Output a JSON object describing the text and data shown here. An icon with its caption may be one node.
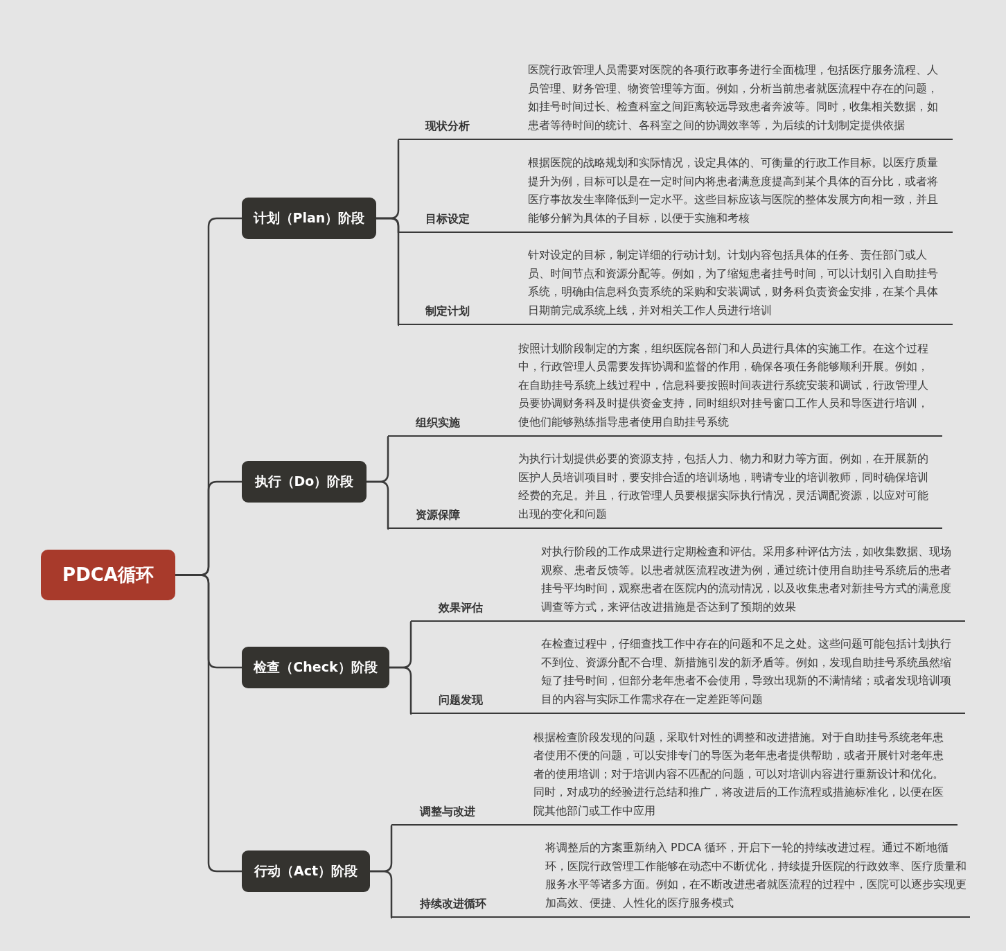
{
  "diagram": {
    "nodes": [
      {
        "text": [
          "PDCA循环"
        ]
      },
      {
        "text": [
          "计划（Plan）阶段"
        ]
      },
      {
        "text": [
          "现状分析",
          "医院行政管理人员需要对医院的各项行政事务进行全面梳理，包括医疗服务流程、人员管理、财务管理、物资管理等方面。例如，分析当前患者就医流程中存在的问题，如挂号时间过长、检查科室之间距离较远导致患者奔波等。同时，收集相关数据，如患者等待时间的统计、各科室之间的协调效率等，为后续的计划制定提供依据"
        ]
      },
      {
        "text": [
          "目标设定",
          "根据医院的战略规划和实际情况，设定具体的、可衡量的行政工作目标。以医疗质量提升为例，目标可以是在一定时间内将患者满意度提高到某个具体的百分比，或者将医疗事故发生率降低到一定水平。这些目标应该与医院的整体发展方向相一致，并且能够分解为具体的子目标，以便于实施和考核"
        ]
      },
      {
        "text": [
          "制定计划",
          "针对设定的目标，制定详细的行动计划。计划内容包括具体的任务、责任部门或人员、时间节点和资源分配等。例如，为了缩短患者挂号时间，可以计划引入自助挂号系统，明确由信息科负责系统的采购和安装调试，财务科负责资金安排，在某个具体日期前完成系统上线，并对相关工作人员进行培训"
        ]
      },
      {
        "text": [
          "执行（Do）阶段"
        ]
      },
      {
        "text": [
          "组织实施",
          "按照计划阶段制定的方案，组织医院各部门和人员进行具体的实施工作。在这个过程中，行政管理人员需要发挥协调和监督的作用，确保各项任务能够顺利开展。例如，在自助挂号系统上线过程中，信息科要按照时间表进行系统安装和调试，行政管理人员要协调财务科及时提供资金支持，同时组织对挂号窗口工作人员和导医进行培训，使他们能够熟练指导患者使用自助挂号系统"
        ]
      },
      {
        "text": [
          "资源保障",
          "为执行计划提供必要的资源支持，包括人力、物力和财力等方面。例如，在开展新的医护人员培训项目时，要安排合适的培训场地，聘请专业的培训教师，同时确保培训经费的充足。并且，行政管理人员要根据实际执行情况，灵活调配资源，以应对可能出现的变化和问题"
        ]
      },
      {
        "text": [
          "检查（Check）阶段"
        ]
      },
      {
        "text": [
          "效果评估",
          "对执行阶段的工作成果进行定期检查和评估。采用多种评估方法，如收集数据、现场观察、患者反馈等。以患者就医流程改进为例，通过统计使用自助挂号系统后的患者挂号平均时间，观察患者在医院内的流动情况，以及收集患者对新挂号方式的满意度调查等方式，来评估改进措施是否达到了预期的效果"
        ]
      },
      {
        "text": [
          "问题发现",
          "在检查过程中，仔细查找工作中存在的问题和不足之处。这些问题可能包括计划执行不到位、资源分配不合理、新措施引发的新矛盾等。例如，发现自助挂号系统虽然缩短了挂号时间，但部分老年患者不会使用，导致出现新的不满情绪；或者发现培训项目的内容与实际工作需求存在一定差距等问题"
        ]
      },
      {
        "text": [
          "行动（Act）阶段"
        ]
      },
      {
        "text": [
          "调整与改进",
          "根据检查阶段发现的问题，采取针对性的调整和改进措施。对于自助挂号系统老年患者使用不便的问题，可以安排专门的导医为老年患者提供帮助，或者开展针对老年患者的使用培训；对于培训内容不匹配的问题，可以对培训内容进行重新设计和优化。同时，对成功的经验进行总结和推广，将改进后的工作流程或措施标准化，以便在医院其他部门或工作中应用"
        ]
      },
      {
        "text": [
          "持续改进循环",
          "将调整后的方案重新纳入 PDCA 循环，开启下一轮的持续改进过程。通过不断地循环，医院行政管理工作能够在动态中不断优化，持续提升医院的行政效率、医疗质量和服务水平等诸多方面。例如，在不断改进患者就医流程的过程中，医院可以逐步实现更加高效、便捷、人性化的医疗服务模式"
        ]
      }
    ],
    "edges": [
      {
        "from": 0,
        "to": 1,
        "arrow": "none"
      },
      {
        "from": 0,
        "to": 5,
        "arrow": "none"
      },
      {
        "from": 0,
        "to": 8,
        "arrow": "none"
      },
      {
        "from": 0,
        "to": 11,
        "arrow": "none"
      },
      {
        "from": 1,
        "to": 2,
        "arrow": "none"
      },
      {
        "from": 1,
        "to": 3,
        "arrow": "none"
      },
      {
        "from": 1,
        "to": 4,
        "arrow": "none"
      },
      {
        "from": 5,
        "to": 6,
        "arrow": "none"
      },
      {
        "from": 5,
        "to": 7,
        "arrow": "none"
      },
      {
        "from": 8,
        "to": 9,
        "arrow": "none"
      },
      {
        "from": 8,
        "to": 10,
        "arrow": "none"
      },
      {
        "from": 11,
        "to": 12,
        "arrow": "none"
      },
      {
        "from": 11,
        "to": 13,
        "arrow": "none"
      }
    ]
  }
}
